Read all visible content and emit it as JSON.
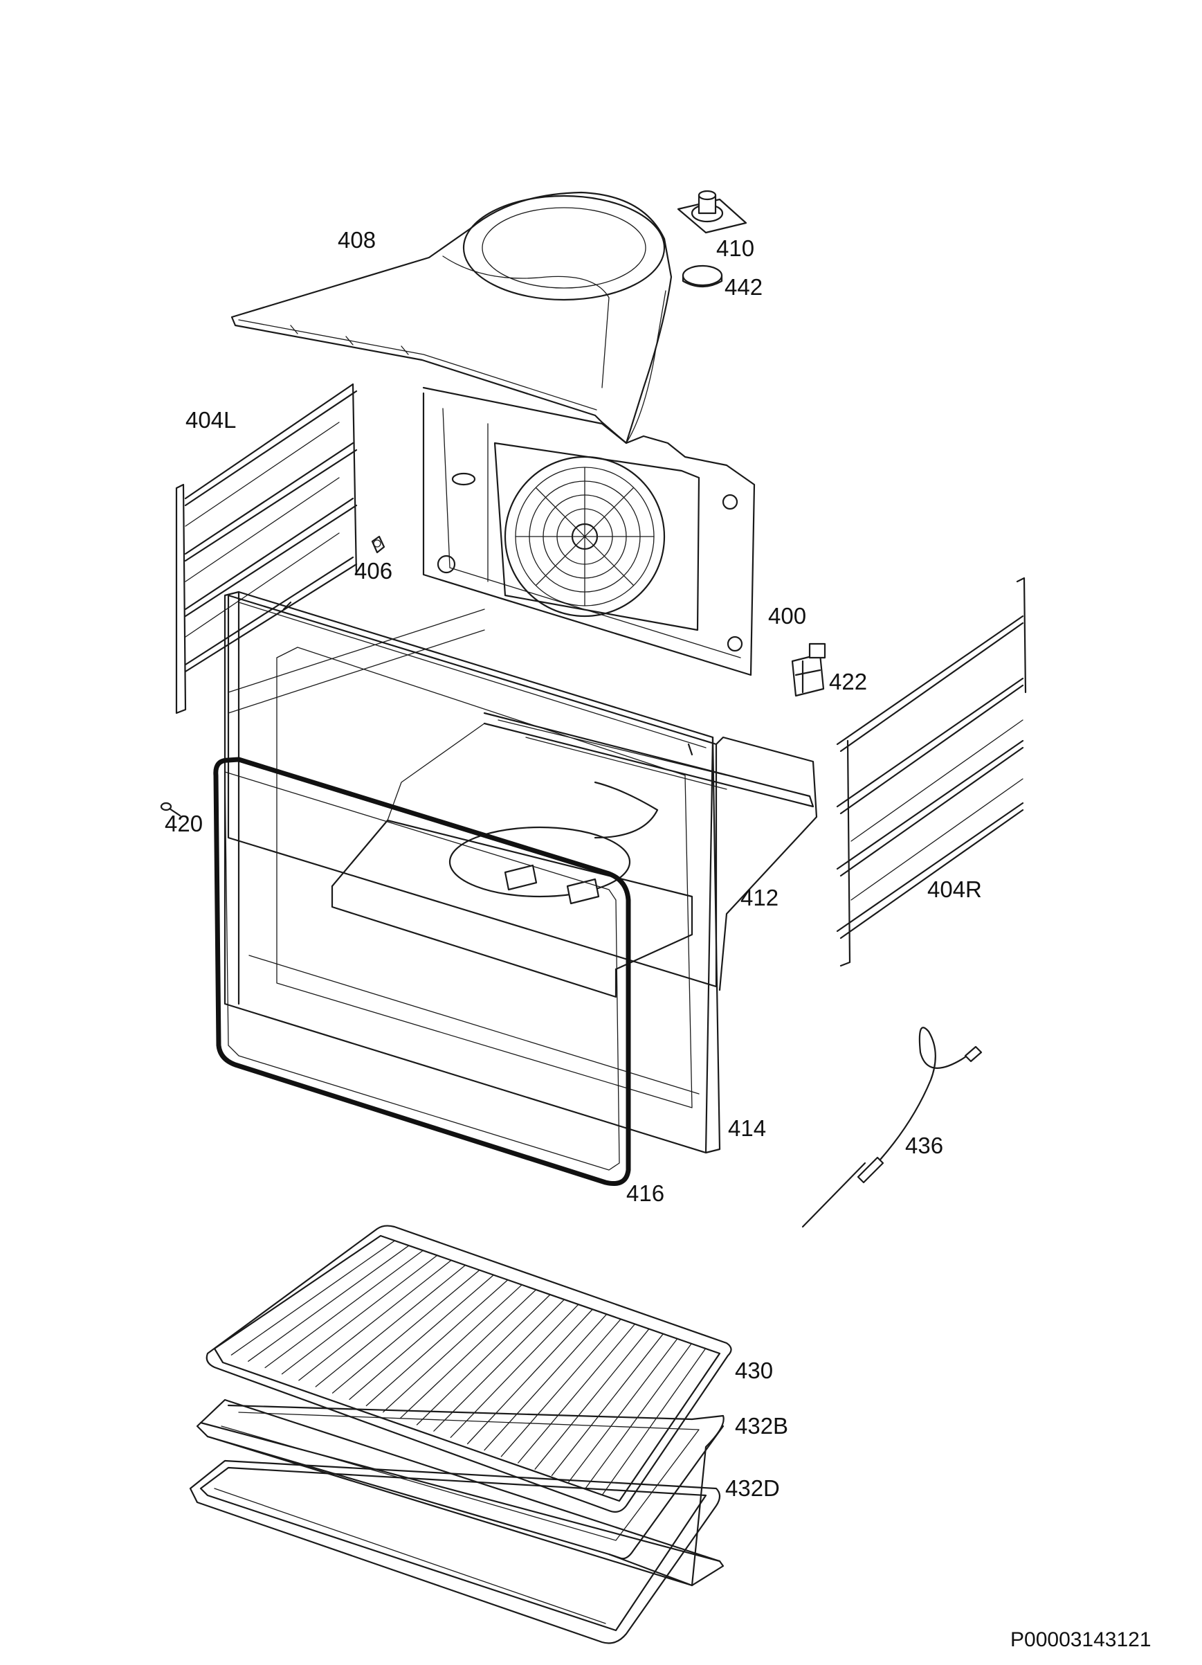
{
  "diagram": {
    "reference_code": "P00003143121",
    "parts": [
      {
        "id": "p408",
        "label": "408"
      },
      {
        "id": "p410",
        "label": "410"
      },
      {
        "id": "p442",
        "label": "442"
      },
      {
        "id": "p404L",
        "label": "404L"
      },
      {
        "id": "p406",
        "label": "406"
      },
      {
        "id": "p400",
        "label": "400"
      },
      {
        "id": "p422",
        "label": "422"
      },
      {
        "id": "p420",
        "label": "420"
      },
      {
        "id": "p412",
        "label": "412"
      },
      {
        "id": "p404R",
        "label": "404R"
      },
      {
        "id": "p414",
        "label": "414"
      },
      {
        "id": "p436",
        "label": "436"
      },
      {
        "id": "p416",
        "label": "416"
      },
      {
        "id": "p430",
        "label": "430"
      },
      {
        "id": "p432B",
        "label": "432B"
      },
      {
        "id": "p432D",
        "label": "432D"
      }
    ]
  }
}
